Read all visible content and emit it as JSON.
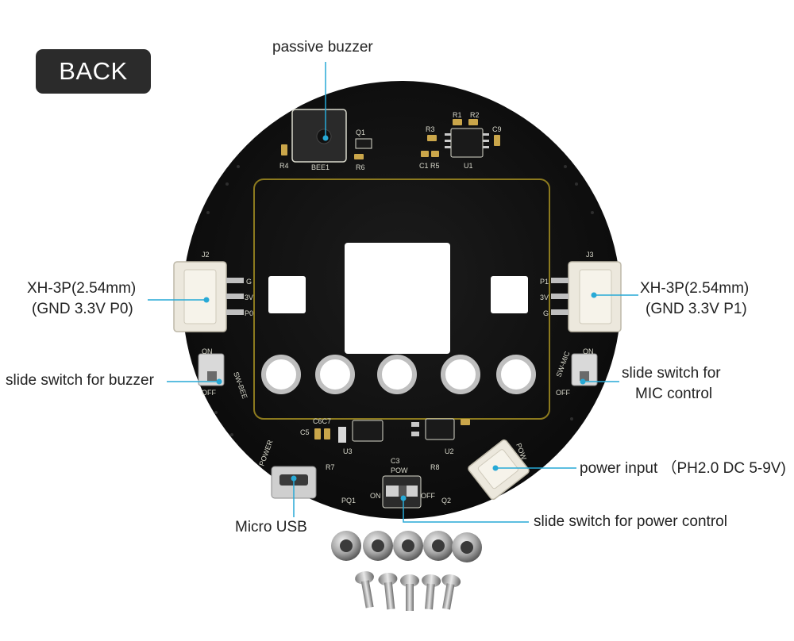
{
  "back_button": {
    "label": "BACK"
  },
  "callouts": {
    "buzzer": "passive buzzer",
    "left_connector_line1": "XH-3P(2.54mm)",
    "left_connector_line2": "(GND 3.3V P0)",
    "right_connector_line1": "XH-3P(2.54mm)",
    "right_connector_line2": "(GND 3.3V P1)",
    "buzzer_switch": "slide switch for buzzer",
    "mic_switch_line1": "slide switch for",
    "mic_switch_line2": "MIC control",
    "power_input": "power input （PH2.0 DC 5-9V)",
    "micro_usb": "Micro USB",
    "power_switch": "slide switch for power control"
  },
  "board_silkscreen": {
    "j2": "J2",
    "j3": "J3",
    "g": "G",
    "v3": "3V",
    "p0": "P0",
    "p1": "P1",
    "on": "ON",
    "off": "OFF",
    "sw_bee": "SW-BEE",
    "sw_mic": "SW-MIC",
    "bee1": "BEE1",
    "q1": "Q1",
    "q2": "Q2",
    "pq1": "PQ1",
    "r1": "R1",
    "r2": "R2",
    "r3": "R3",
    "r4": "R4",
    "r5": "R5",
    "r6": "R6",
    "r7": "R7",
    "r8": "R8",
    "c1": "C1",
    "c3": "C3",
    "c5": "C5",
    "c6c7": "C6C7",
    "c9": "C9",
    "u1": "U1",
    "u2": "U2",
    "u3": "U3",
    "pow": "POW",
    "power": "POWER"
  },
  "colors": {
    "pcb": "#121212",
    "silkscreen": "#d9d9cc",
    "outline_gold": "#8c7a1e",
    "pad_silver": "#c9c9c9",
    "connector_white": "#ece8dd",
    "callout_line": "#27a9d6"
  }
}
